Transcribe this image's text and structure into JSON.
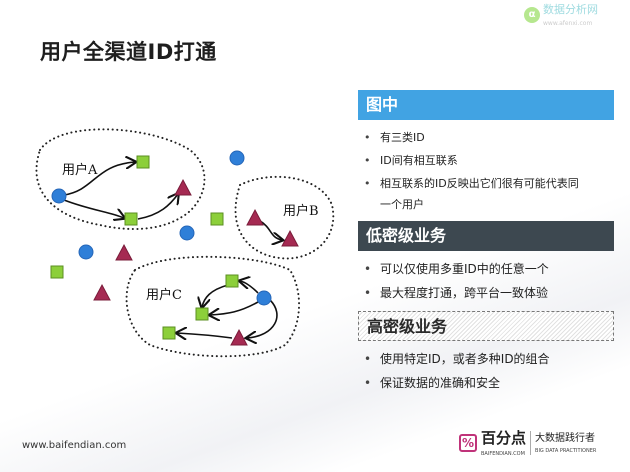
{
  "title": "用户全渠道ID打通",
  "watermark": {
    "name": "数据分析网",
    "url": "www.afenxi.com"
  },
  "diagram": {
    "user_a": "用户A",
    "user_b": "用户B",
    "user_c": "用户C",
    "colors": {
      "circle": "#2f7fd8",
      "square": "#8ccf3a",
      "triangle": "#a52a52"
    }
  },
  "sections": [
    {
      "title": "图中",
      "bullets": [
        "有三类ID",
        "ID间有相互联系",
        "相互联系的ID反映出它们很有可能代表同",
        "一个用户"
      ]
    },
    {
      "title": "低密级业务",
      "bullets": [
        "可以仅使用多重ID中的任意一个",
        "最大程度打通，跨平台一致体验"
      ]
    },
    {
      "title": "高密级业务",
      "bullets": [
        "使用特定ID，或者多种ID的组合",
        "保证数据的准确和安全"
      ]
    }
  ],
  "footer": {
    "url": "www.baifendian.com",
    "brand": "百分点",
    "brand_sub": "BAIFENDIAN.COM",
    "slogan": "大数据践行者",
    "slogan_sub": "BIG DATA PRACTITIONER"
  }
}
